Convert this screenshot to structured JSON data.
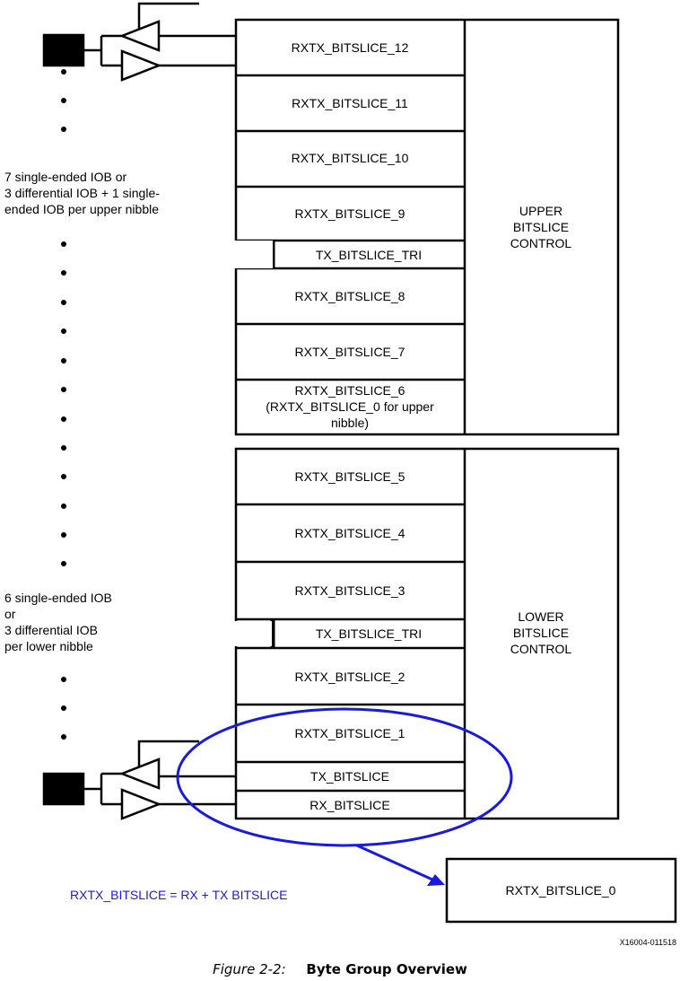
{
  "upper_slices": [
    "RXTX_BITSLICE_12",
    "RXTX_BITSLICE_11",
    "RXTX_BITSLICE_10",
    "RXTX_BITSLICE_9",
    "TX_BITSLICE_TRI",
    "RXTX_BITSLICE_8",
    "RXTX_BITSLICE_7"
  ],
  "upper_slice_6": [
    "RXTX_BITSLICE_6",
    "(RXTX_BITSLICE_0 for upper",
    "nibble)"
  ],
  "upper_control": [
    "UPPER",
    "BITSLICE",
    "CONTROL"
  ],
  "lower_slices": [
    "RXTX_BITSLICE_5",
    "RXTX_BITSLICE_4",
    "RXTX_BITSLICE_3",
    "TX_BITSLICE_TRI",
    "RXTX_BITSLICE_2",
    "RXTX_BITSLICE_1",
    "TX_BITSLICE",
    "RX_BITSLICE"
  ],
  "lower_control": [
    "LOWER",
    "BITSLICE",
    "CONTROL"
  ],
  "upper_note": [
    "7 single-ended IOB or",
    "3 differential IOB + 1 single-",
    "ended IOB per upper nibble"
  ],
  "lower_note": [
    "6 single-ended IOB",
    "or",
    "3 differential IOB",
    "per lower nibble"
  ],
  "combined_box": "RXTX_BITSLICE_0",
  "equation": "RXTX_BITSLICE = RX + TX BITSLICE",
  "doc_id": "X16004-011518",
  "figure_number": "Figure 2-2:",
  "figure_title": "Byte Group Overview",
  "colors": {
    "highlight": "#1a1adc",
    "line": "#000000"
  }
}
